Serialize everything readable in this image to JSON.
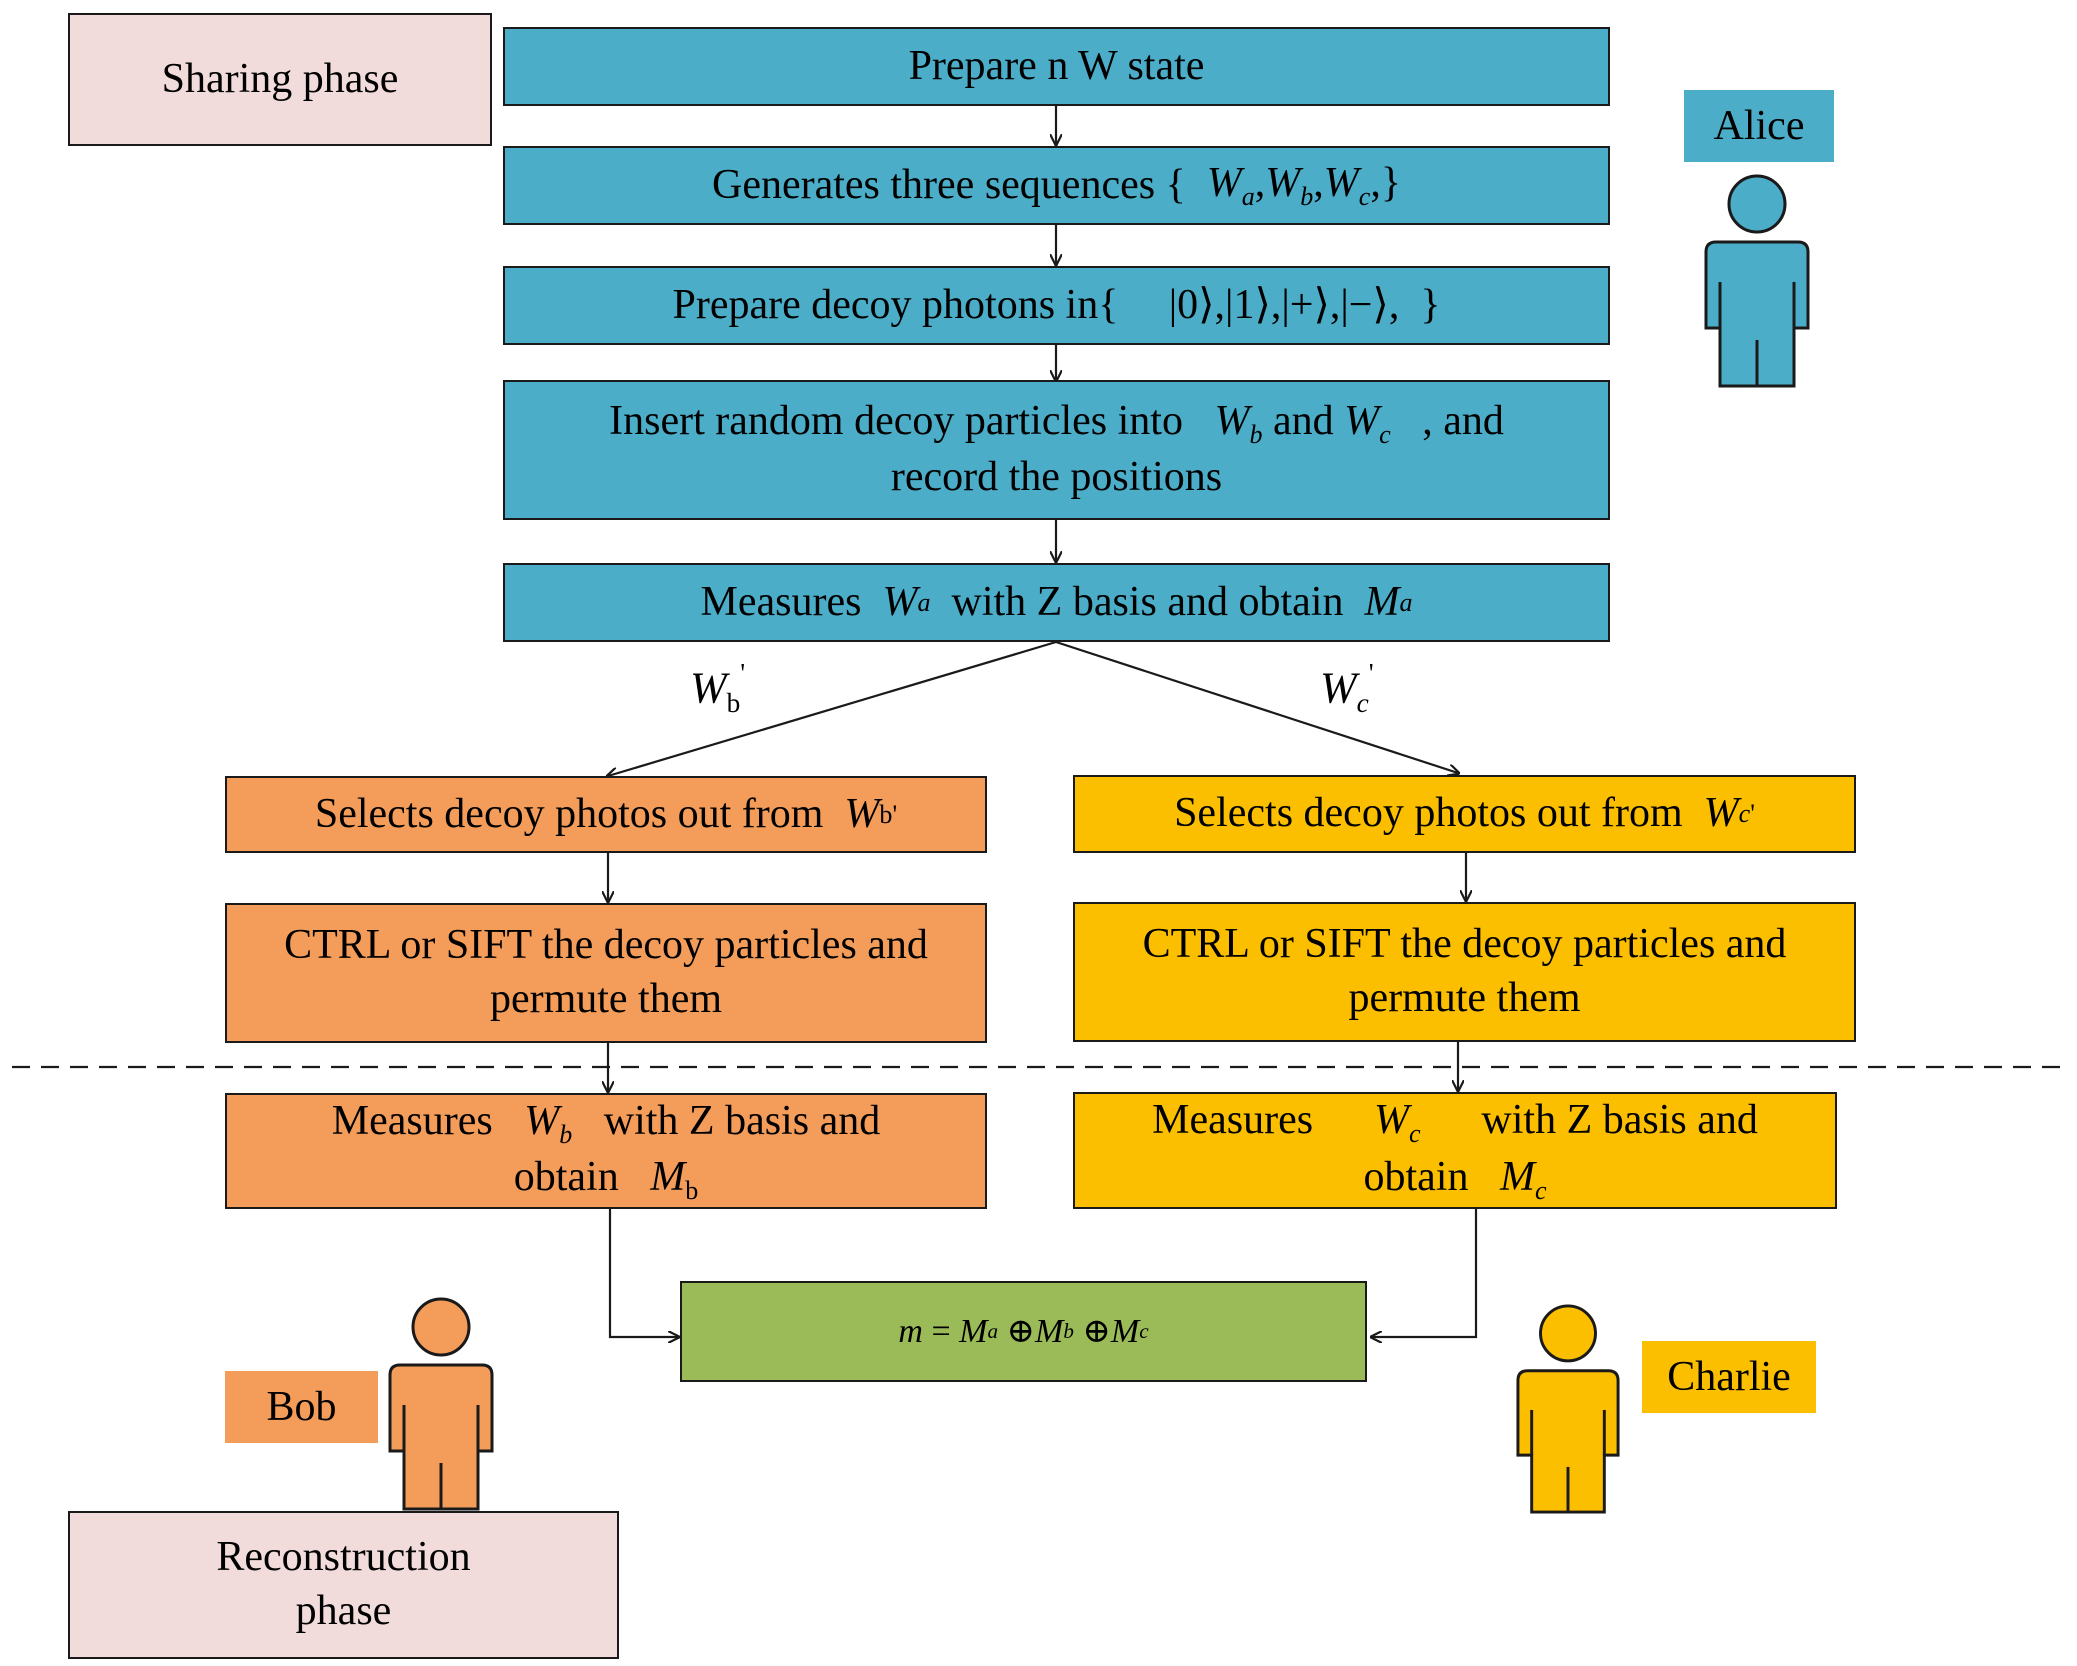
{
  "phases": {
    "sharing": "Sharing phase",
    "reconstruction_line1": "Reconstruction",
    "reconstruction_line2": "phase"
  },
  "actors": {
    "alice": "Alice",
    "bob": "Bob",
    "charlie": "Charlie"
  },
  "colors": {
    "alice": "#4badc8",
    "bob": "#f49d5a",
    "charlie": "#fcbf00",
    "result": "#9bbb59",
    "phase": "#f2dcdb"
  },
  "alice_steps": {
    "prepare_w": "Prepare n W state",
    "generate_prefix": "Generates three sequences {",
    "decoy_prefix": "Prepare decoy photons in{",
    "decoy_states": "|0⟩,|1⟩,|+⟩,|−⟩,",
    "decoy_suffix": "}",
    "insert_prefix": "Insert random decoy particles into",
    "insert_and": "and",
    "insert_suffix": ", and",
    "insert_line2": "record the positions",
    "measure_prefix": "Measures",
    "measure_middle": "with Z basis and obtain"
  },
  "branch_labels": {
    "to_bob": "W_b'",
    "to_charlie": "W_c'"
  },
  "bob_steps": {
    "select_prefix": "Selects decoy photos out from",
    "ctrl_line1": "CTRL or SIFT the decoy particles and",
    "ctrl_line2": "permute them",
    "measure_prefix": "Measures",
    "measure_middle": "with Z basis and",
    "measure_line2": "obtain"
  },
  "charlie_steps": {
    "select_prefix": "Selects decoy photos out from",
    "ctrl_line1": "CTRL or SIFT the decoy particles and",
    "ctrl_line2": "permute them",
    "measure_prefix": "Measures",
    "measure_middle": "with Z basis and",
    "measure_line2": "obtain"
  },
  "result": {
    "formula": "m = M_a ⊕ M_b ⊕ M_c"
  }
}
